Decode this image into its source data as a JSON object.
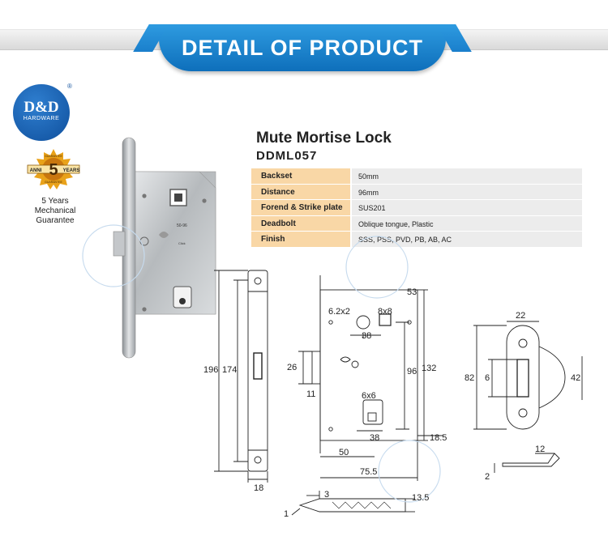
{
  "banner": {
    "title": "DETAIL OF PRODUCT"
  },
  "brand": {
    "name": "D&D",
    "sub": "HARDWARE",
    "reg": "®"
  },
  "badge": {
    "top": "GUARANTEE",
    "left": "ANNI",
    "right": "YEARS",
    "num": "5",
    "bottom": "GUARANTEE"
  },
  "guarantee": {
    "line1": "5 Years",
    "line2": "Mechanical",
    "line3": "Guarantee"
  },
  "product": {
    "title": "Mute Mortise Lock",
    "model": "DDML057"
  },
  "specs": [
    {
      "label": "Backset",
      "value": "50mm"
    },
    {
      "label": "Distance",
      "value": "96mm"
    },
    {
      "label": "Forend & Strike plate",
      "value": "SUS201"
    },
    {
      "label": "Deadbolt",
      "value": "Oblique tongue, Plastic"
    },
    {
      "label": "Finish",
      "value": "SSS, PSS, PVD, PB, AB, AC"
    }
  ],
  "photo": {
    "marks": [
      "50-96",
      "Click"
    ]
  },
  "drawing": {
    "front": {
      "h_outer": "196",
      "h_inner": "174",
      "w": "18"
    },
    "side": {
      "label_26": "26",
      "label_11": "11",
      "label_62": "6.2x2",
      "label_8x8": "8x8",
      "label_38a": "38",
      "label_53": "53",
      "label_96": "96",
      "label_132": "132",
      "label_6x6": "6x6",
      "label_38b": "38",
      "label_185": "18.5",
      "label_50": "50",
      "label_755": "75.5"
    },
    "strike": {
      "w": "22",
      "h": "82",
      "inner": "6",
      "lip": "42"
    },
    "edge": {
      "a": "12",
      "b": "2"
    },
    "bottom": {
      "a": "3",
      "b": "1",
      "c": "13.5"
    }
  },
  "colors": {
    "banner": "#1a82d0",
    "spec_label_bg": "#f9d7a6",
    "spec_value_bg": "#ececec",
    "logo": "#1560b0"
  }
}
